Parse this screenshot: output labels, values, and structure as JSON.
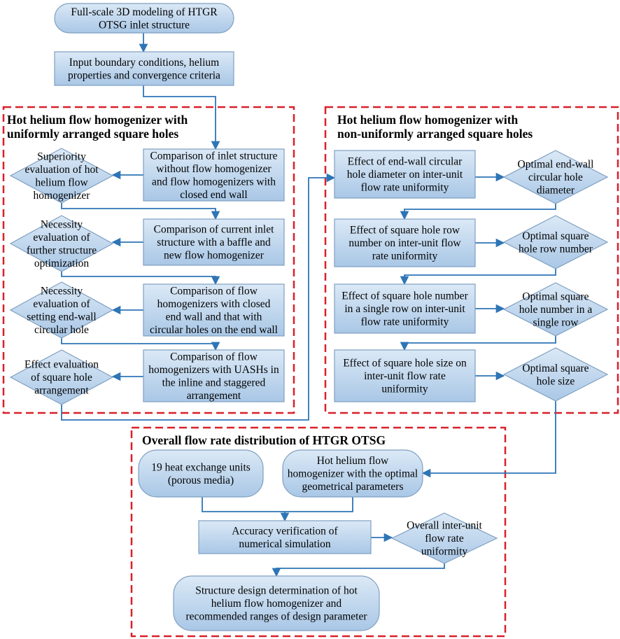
{
  "colors": {
    "node_fill_top": "#dbe9f6",
    "node_fill_bottom": "#a9c7e6",
    "node_stroke": "#7f9fc1",
    "connector": "#2e75b6",
    "group_border": "#d9202a"
  },
  "groups": {
    "uniform": {
      "title": [
        "Hot helium flow homogenizer with",
        "uniformly arranged square holes"
      ]
    },
    "nonuniform": {
      "title": [
        "Hot helium flow homogenizer with",
        "non-uniformly arranged square holes"
      ]
    },
    "overall": {
      "title": [
        "Overall flow rate distribution of HTGR OTSG"
      ]
    }
  },
  "nodes": {
    "start": {
      "shape": "terminal",
      "lines": [
        "Full-scale 3D modeling of HTGR",
        "OTSG inlet structure"
      ]
    },
    "input": {
      "shape": "process",
      "lines": [
        "Input boundary conditions, helium",
        "properties and convergence criteria"
      ]
    },
    "u_proc_1": {
      "shape": "process",
      "lines": [
        "Comparison of inlet structure",
        "without flow homogenizer",
        "and flow homogenizers with",
        "closed end wall"
      ]
    },
    "u_dec_1": {
      "shape": "decision",
      "lines": [
        "Superiority",
        "evaluation of hot",
        "helium flow",
        "homogenizer"
      ]
    },
    "u_proc_2": {
      "shape": "process",
      "lines": [
        "Comparison of current inlet",
        "structure with a baffle and",
        "new flow homogenizer"
      ]
    },
    "u_dec_2": {
      "shape": "decision",
      "lines": [
        "Necessity",
        "evaluation  of",
        "further structure",
        "optimization"
      ]
    },
    "u_proc_3": {
      "shape": "process",
      "lines": [
        "Comparison of flow",
        "homogenizers with closed",
        "end wall and that with",
        "circular holes on the end wall"
      ]
    },
    "u_dec_3": {
      "shape": "decision",
      "lines": [
        "Necessity",
        "evaluation  of",
        "setting end-wall",
        "circular hole"
      ]
    },
    "u_proc_4": {
      "shape": "process",
      "lines": [
        "Comparison of flow",
        "homogenizers with UASHs in",
        "the inline and staggered",
        "arrangement"
      ]
    },
    "u_dec_4": {
      "shape": "decision",
      "lines": [
        "Effect evaluation",
        "of square hole",
        "arrangement"
      ]
    },
    "n_proc_1": {
      "shape": "process",
      "lines": [
        "Effect of end-wall circular",
        "hole diameter on inter-unit",
        "flow rate uniformity"
      ]
    },
    "n_dec_1": {
      "shape": "decision",
      "lines": [
        "Optimal end-wall",
        "circular hole",
        "diameter"
      ]
    },
    "n_proc_2": {
      "shape": "process",
      "lines": [
        "Effect of square hole row",
        "number on inter-unit flow",
        "rate uniformity"
      ]
    },
    "n_dec_2": {
      "shape": "decision",
      "lines": [
        "Optimal square",
        "hole row number"
      ]
    },
    "n_proc_3": {
      "shape": "process",
      "lines": [
        "Effect of square hole number",
        "in a single row on inter-unit",
        "flow rate uniformity"
      ]
    },
    "n_dec_3": {
      "shape": "decision",
      "lines": [
        "Optimal square",
        "hole number in a",
        "single row"
      ]
    },
    "n_proc_4": {
      "shape": "process",
      "lines": [
        "Effect of square hole size on",
        "inter-unit flow rate",
        "uniformity"
      ]
    },
    "n_dec_4": {
      "shape": "decision",
      "lines": [
        "Optimal square",
        "hole size"
      ]
    },
    "o_term_1": {
      "shape": "terminal",
      "lines": [
        "19 heat exchange units",
        "(porous media)"
      ]
    },
    "o_term_2": {
      "shape": "terminal",
      "lines": [
        "Hot helium flow",
        "homogenizer with the optimal",
        "geometrical parameters"
      ]
    },
    "o_proc_1": {
      "shape": "process",
      "lines": [
        "Accuracy verification of",
        "numerical simulation"
      ]
    },
    "o_dec_1": {
      "shape": "decision",
      "lines": [
        "Overall inter-unit",
        "flow rate",
        "uniformity"
      ]
    },
    "o_term_3": {
      "shape": "terminal",
      "lines": [
        "Structure design determination of hot",
        "helium flow homogenizer and",
        "recommended ranges of design parameter"
      ]
    }
  }
}
